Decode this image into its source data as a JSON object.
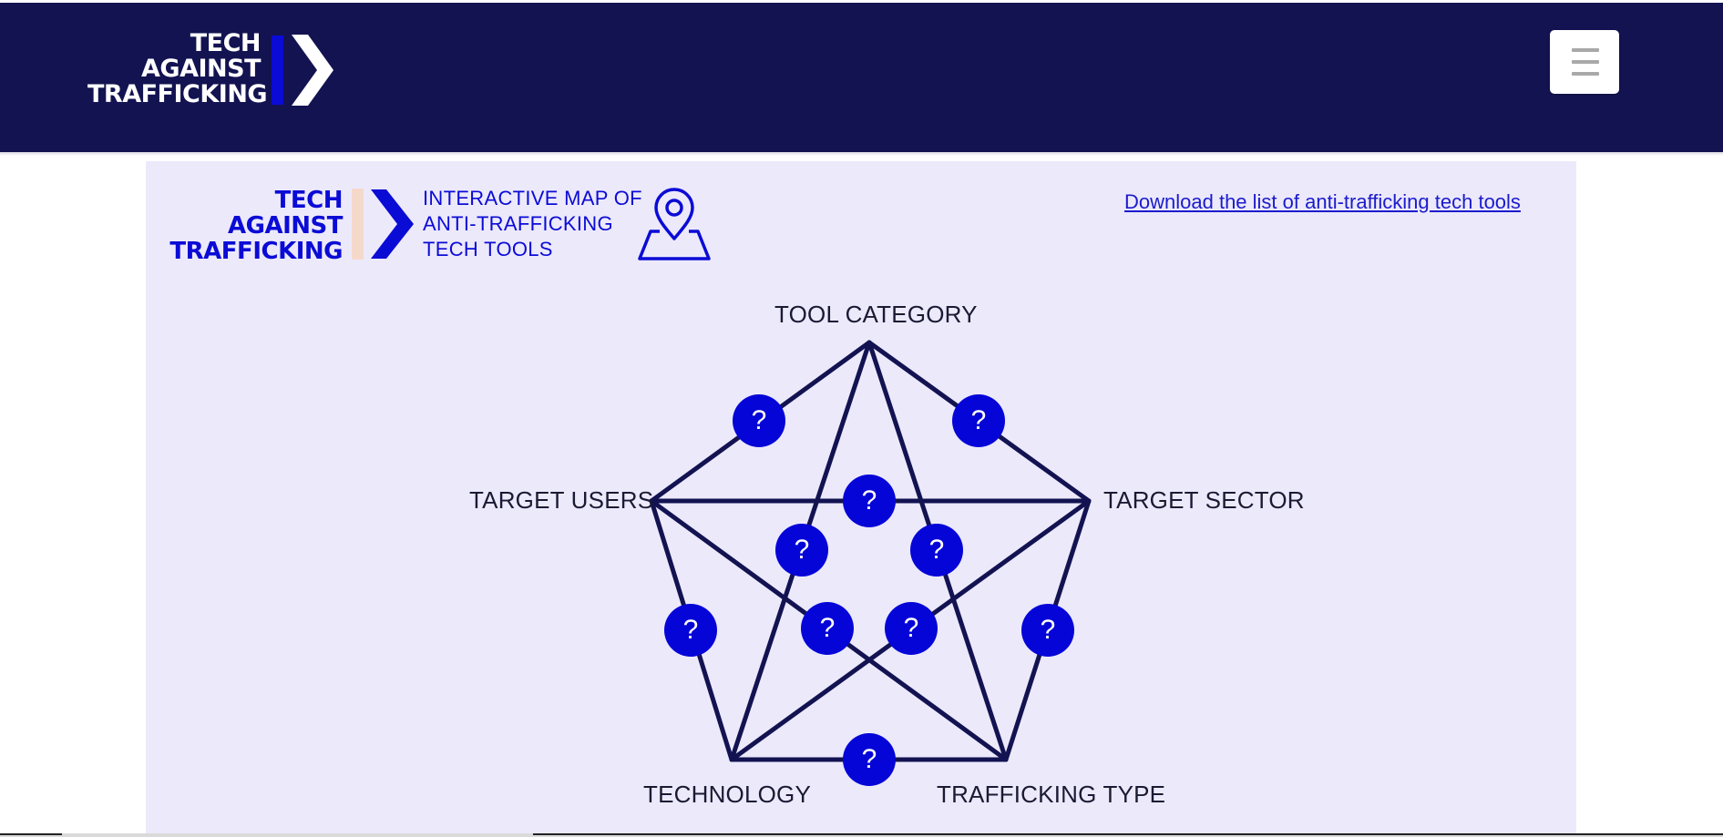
{
  "header": {
    "logo_lines": [
      "TECH",
      "AGAINST",
      "TRAFFICKING"
    ],
    "logo_icon": "chevron-right-icon",
    "menu_icon": "hamburger-menu-icon"
  },
  "map_header": {
    "logo_lines": [
      "TECH",
      "AGAINST",
      "TRAFFICKING"
    ],
    "title_lines": [
      "INTERACTIVE MAP OF",
      "ANTI-TRAFFICKING",
      "TECH TOOLS"
    ],
    "map_icon": "map-pin-icon",
    "download_link": "Download the list of anti-trafficking tech tools"
  },
  "diagram": {
    "nodes": {
      "top": "TOOL CATEGORY",
      "left": "TARGET USERS",
      "right": "TARGET SECTOR",
      "bottom_left": "TECHNOLOGY",
      "bottom_right": "TRAFFICKING TYPE"
    },
    "question_mark": "?",
    "edges": [
      "TOOL CATEGORY - TARGET USERS",
      "TOOL CATEGORY - TARGET SECTOR",
      "TARGET USERS - TARGET SECTOR",
      "TOOL CATEGORY - TECHNOLOGY",
      "TOOL CATEGORY - TRAFFICKING TYPE",
      "TARGET USERS - TRAFFICKING TYPE",
      "TARGET SECTOR - TECHNOLOGY",
      "TARGET USERS - TECHNOLOGY",
      "TARGET SECTOR - TRAFFICKING TYPE",
      "TECHNOLOGY - TRAFFICKING TYPE"
    ]
  },
  "colors": {
    "header_bg": "#131352",
    "panel_bg": "#ece9fb",
    "accent_blue": "#0505d8",
    "line_color": "#131352"
  }
}
